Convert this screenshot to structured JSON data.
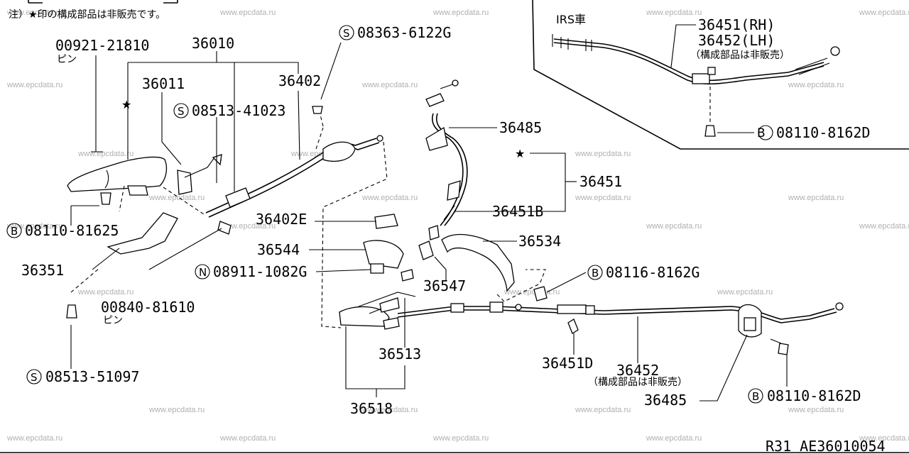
{
  "note": "注）★印の構成部品は非販売です。",
  "irs_label": "IRS車",
  "star": "★",
  "not_sold": "（構成部品は非販売）",
  "pin": "ピン",
  "labels": {
    "p00921": "00921-21810",
    "p36010": "36010",
    "p36011": "36011",
    "p36402": "36402",
    "s08363": "08363-6122G",
    "s08513a": "08513-41023",
    "b08110a": "08110-81625",
    "p36351": "36351",
    "p00840": "00840-81610",
    "s08513b": "08513-51097",
    "p36485a": "36485",
    "p36451": "36451",
    "p36451B": "36451B",
    "p36402E": "36402E",
    "p36544": "36544",
    "n08911": "08911-1082G",
    "p36547": "36547",
    "p36534": "36534",
    "b08116": "08116-8162G",
    "p36513": "36513",
    "p36518": "36518",
    "p36451D": "36451D",
    "p36452": "36452",
    "p36485b": "36485",
    "b08110b": "08110-8162D",
    "rh": "36451(RH)",
    "lh": "36452(LH)",
    "b08110c": "08110-8162D"
  },
  "prefix": {
    "s": "S",
    "b": "B",
    "n": "N"
  },
  "footer": "R31  AE36010054",
  "watermark": "www.epcdata.ru"
}
